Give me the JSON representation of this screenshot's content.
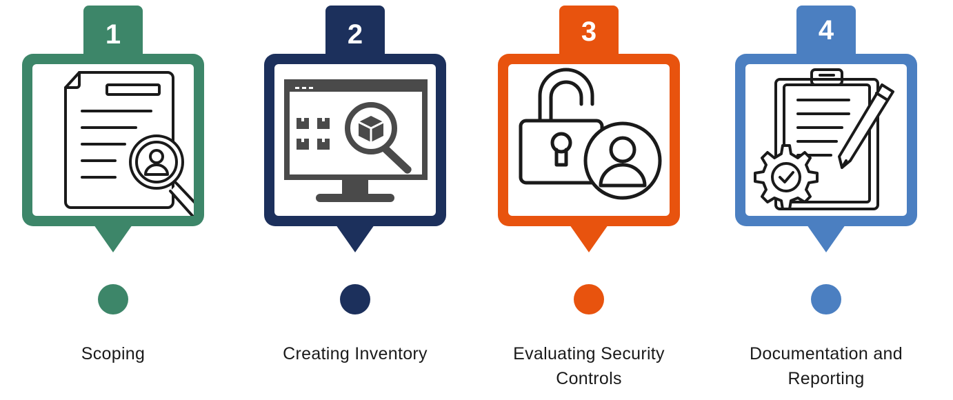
{
  "colors": {
    "step1": "#3d8669",
    "step2": "#1c305c",
    "step3": "#e8530e",
    "step4": "#4b7fc1",
    "icon": "#1a1a1a"
  },
  "steps": [
    {
      "number": "1",
      "label": "Scoping",
      "icon": "document-search-user-icon"
    },
    {
      "number": "2",
      "label": "Creating Inventory",
      "icon": "monitor-inventory-search-icon"
    },
    {
      "number": "3",
      "label": "Evaluating Security Controls",
      "icon": "unlocked-padlock-user-icon"
    },
    {
      "number": "4",
      "label": "Documentation and Reporting",
      "icon": "clipboard-pencil-gear-icon"
    }
  ]
}
